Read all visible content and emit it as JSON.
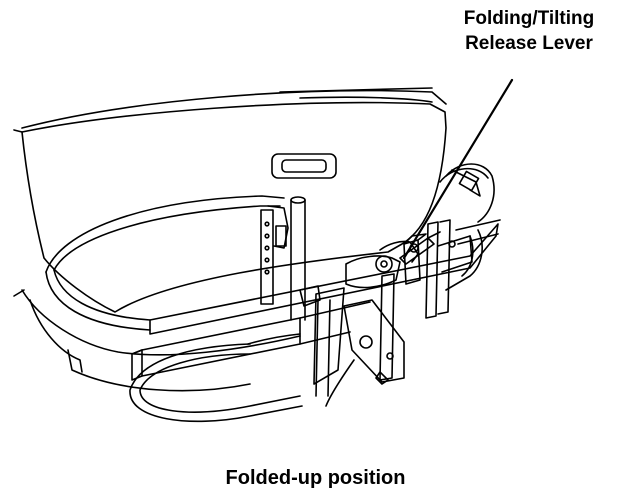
{
  "callout": {
    "line1": "Folding/Tilting",
    "line2": "Release Lever"
  },
  "caption": "Folded-up position",
  "colors": {
    "ink": "#000000",
    "background": "#ffffff"
  }
}
